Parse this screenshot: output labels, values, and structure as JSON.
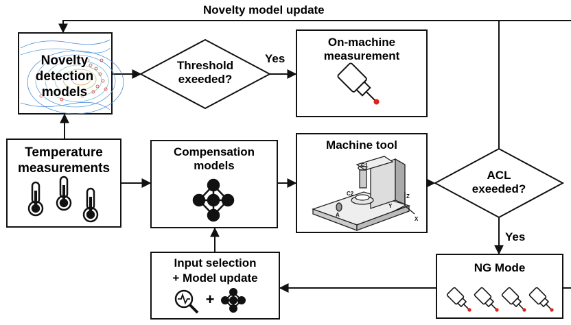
{
  "labels": {
    "novelty_update": "Novelty model update",
    "novelty_detection": "Novelty detection models",
    "threshold": "Threshold exeeded?",
    "yes_threshold": "Yes",
    "on_machine": "On-machine measurement",
    "temperature": "Temperature measurements",
    "compensation": "Compensation models",
    "machine_tool": "Machine tool",
    "acl": "ACL exeeded?",
    "yes_acl": "Yes",
    "input_selection_line1": "Input selection",
    "input_selection_line2": "+ Model update",
    "ng_mode": "NG Mode",
    "plus": "+"
  },
  "machine_axes": {
    "c1": "C1",
    "c2": "C2",
    "z": "Z",
    "y": "Y",
    "x": "X",
    "a": "A"
  },
  "icons": [
    "thermometer-icon",
    "network-graph-icon",
    "probe-icon",
    "search-signal-icon"
  ],
  "colors": {
    "line": "#111111",
    "probe_tip": "#e0201c",
    "contour_blue": "#4a8ad8",
    "contour_red": "#d83030"
  }
}
